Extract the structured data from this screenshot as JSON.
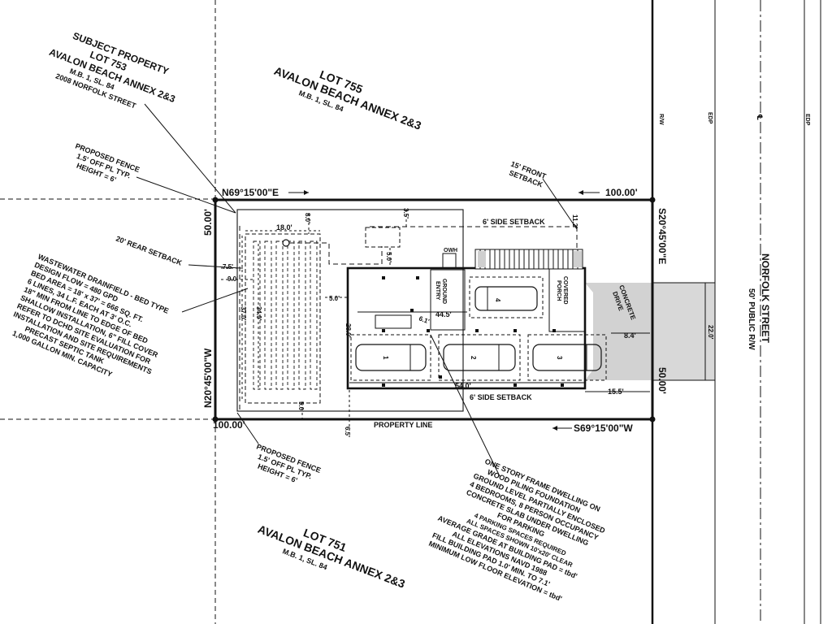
{
  "subject": {
    "title": "SUBJECT PROPERTY",
    "lot": "LOT 753",
    "subdivision": "AVALON BEACH ANNEX 2&3",
    "book": "M.B. 1, SL. 84",
    "address": "2008 NORFOLK STREET"
  },
  "lot_755": {
    "lot": "LOT 755",
    "subdivision": "AVALON BEACH ANNEX 2&3",
    "book": "M.B. 1, SL. 84"
  },
  "lot_751": {
    "lot": "LOT 751",
    "subdivision": "AVALON BEACH ANNEX 2&3",
    "book": "M.B. 1, SL. 84"
  },
  "fence_note_top": [
    "PROPOSED FENCE",
    "1.5' OFF PL TYP.",
    "HEIGHT = 6'"
  ],
  "fence_note_bottom": [
    "PROPOSED FENCE",
    "1.5' OFF PL TYP.",
    "HEIGHT = 6'"
  ],
  "rear_setback": "20' REAR SETBACK",
  "front_setback": [
    "15' FRONT",
    "SETBACK"
  ],
  "side_setback_top": "6' SIDE SETBACK",
  "side_setback_bottom": "6' SIDE SETBACK",
  "wastewater_note": [
    "WASTEWATER DRAINFIELD - BED TYPE",
    "DESIGN FLOW = 480 GPD",
    "BED AREA = 18' x 37' = 666 SQ. FT.",
    "6 LINES, 34 L.F. EACH AT 3' O.C.",
    "18\" MIN FROM LINE TO EDGE OF BED",
    "SHALLOW INSTALLATION, 6\" FILL COVER",
    "REFER TO DCHD SITE EVALUATION FOR",
    "INSTALLATION AND SITE REQUIREMENTS",
    "PRECAST SEPTIC TANK",
    "1,000 GALLON MIN. CAPACITY"
  ],
  "bearings": {
    "north": "N69°15'00\"E",
    "east": "S20°45'00\"E",
    "south": "S69°15'00\"W",
    "west": "N20°45'00\"W"
  },
  "distances": {
    "north": "100.00'",
    "east": "50.00'",
    "south": "100.00'",
    "west": "50.00'"
  },
  "dims": {
    "bed_width": "18.0'",
    "d8": "8.0'",
    "d35": "3.5'",
    "d5a": "5.0'",
    "d5b": "5.0'",
    "d5c": "5.0'",
    "d75": "7.5'",
    "d9": "9.0'",
    "d37": "37.0'",
    "d34": "34.0'",
    "d28": "28.0'",
    "d445": "44.5'",
    "d61": "6.1'",
    "d54": "54.0'",
    "d65": "6.5'",
    "d155": "15.5'",
    "d84": "8.4'",
    "d22": "22.0'",
    "d112": "11.2'"
  },
  "labels": {
    "property_line": "PROPERTY LINE",
    "ground_entry": [
      "GROUND",
      "ENTRY"
    ],
    "covered_porch": [
      "COVERED",
      "PORCH"
    ],
    "concrete_drive": [
      "CONCRETE",
      "DRIVE"
    ],
    "owh": "OWH",
    "rw": "R/W",
    "edp": "EDP",
    "cl": "℄",
    "street_name": "NORFOLK STREET",
    "street_row": "50' PUBLIC R/W"
  },
  "parking_spaces": [
    "1",
    "2",
    "3",
    "4"
  ],
  "dwelling_note": [
    "ONE STORY FRAME DWELLING ON",
    "WOOD PILING FOUNDATION",
    "GROUND LEVEL PARTIALLY ENCLOSED",
    "4 BEDROOMS, 8 PERSON OCCUPANCY",
    "CONCRETE SLAB UNDER DWELLING",
    "FOR PARKING",
    "4 PARKING SPACES REQUIRED",
    "ALL SPACES SHOWN 10'x20' CLEAR",
    "AVERAGE GRADE AT BUILDING PAD = tbd'",
    "ALL ELEVATIONS NAVD 1988",
    "FILL BUILDING PAD 1.0' MIN. TO 7.1'",
    "MINIMUM LOW FLOOR ELEVATION = tbd'"
  ]
}
